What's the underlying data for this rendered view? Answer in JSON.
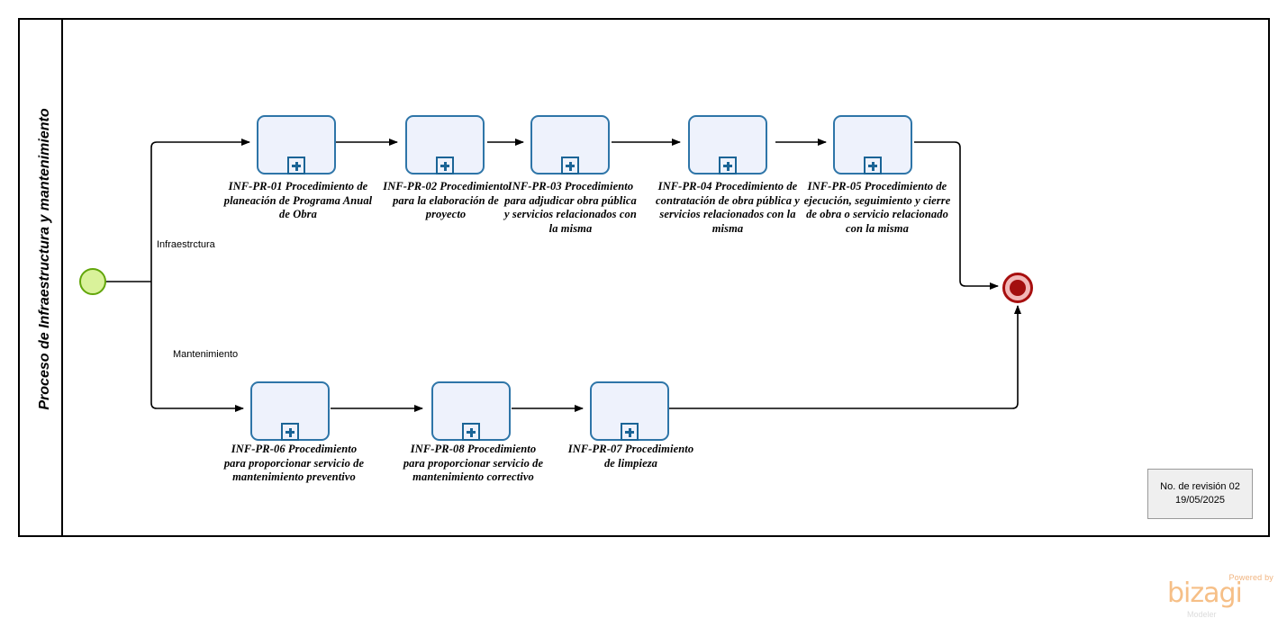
{
  "pool": {
    "label": "Proceso de Infraestructura y mantenimiento"
  },
  "events": {
    "start": {
      "name": "start-event"
    },
    "end": {
      "name": "end-event"
    }
  },
  "flow_labels": {
    "top_branch": "Infraestrctura",
    "bottom_branch": "Mantenimiento"
  },
  "tasks": [
    {
      "id": "INF-PR-01",
      "label": "INF-PR-01 Procedimiento de planeación de Programa Anual de Obra",
      "marker": "sub-process-plus"
    },
    {
      "id": "INF-PR-02",
      "label": "INF-PR-02 Procedimiento para la elaboración de proyecto",
      "marker": "sub-process-plus"
    },
    {
      "id": "INF-PR-03",
      "label": "INF-PR-03 Procedimiento para adjudicar obra pública y servicios relacionados con la misma",
      "marker": "sub-process-plus"
    },
    {
      "id": "INF-PR-04",
      "label": "INF-PR-04 Procedimiento de contratación de obra pública y servicios relacionados con la misma",
      "marker": "sub-process-plus"
    },
    {
      "id": "INF-PR-05",
      "label": "INF-PR-05 Procedimiento de ejecución, seguimiento y cierre de obra o servicio relacionado con la misma",
      "marker": "sub-process-plus"
    },
    {
      "id": "INF-PR-06",
      "label": "INF-PR-06 Procedimiento para proporcionar servicio de mantenimiento preventivo",
      "marker": "sub-process-plus"
    },
    {
      "id": "INF-PR-08",
      "label": "INF-PR-08 Procedimiento para proporcionar servicio de mantenimiento correctivo",
      "marker": "sub-process-plus"
    },
    {
      "id": "INF-PR-07",
      "label": "INF-PR-07 Procedimiento de limpieza",
      "marker": "sub-process-plus"
    }
  ],
  "revision": {
    "line1": "No. de revisión 02",
    "line2": "19/05/2025"
  },
  "branding": {
    "powered_by": "Powered by",
    "wordmark": "bizagi",
    "product": "Modeler"
  },
  "colors": {
    "task_fill": "#eef2fc",
    "task_stroke": "#2e75a8",
    "start_fill": "#d9f29a",
    "start_stroke": "#62a60a",
    "end_fill": "#a30f0f",
    "end_ring": "#f2b8b8",
    "brand_orange": "#f6bf87"
  }
}
